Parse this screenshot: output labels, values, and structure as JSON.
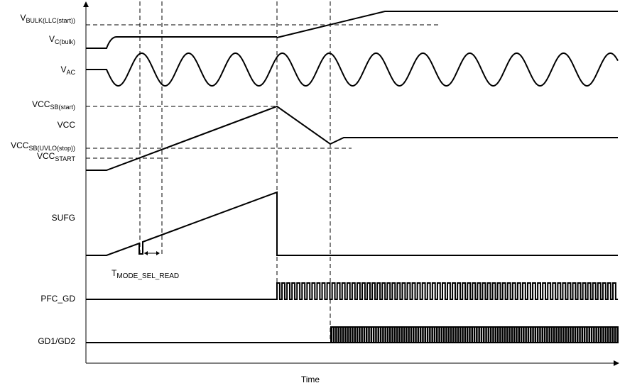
{
  "signals": {
    "vbulk_start": {
      "main": "V",
      "sub": "BULK(LLC(start))"
    },
    "vc_bulk": {
      "main": "V",
      "sub": "C(bulk)"
    },
    "vac": {
      "main": "V",
      "sub": "AC"
    },
    "vccsb_start": {
      "main": "VCC",
      "sub": "SB(start)"
    },
    "vcc": {
      "main": "VCC"
    },
    "vccsb_uvlo": {
      "main": "VCC",
      "sub": "SB(UVLO(stop))"
    },
    "vcc_start": {
      "main": "VCC",
      "sub": "START"
    },
    "sufg": {
      "main": "SUFG"
    },
    "pfc_gd": {
      "main": "PFC_GD"
    },
    "gd1_gd2": {
      "main": "GD1/GD2"
    }
  },
  "timing": {
    "main": "T",
    "sub": "MODE_SEL_READ"
  },
  "xaxis": {
    "label": "Time"
  }
}
